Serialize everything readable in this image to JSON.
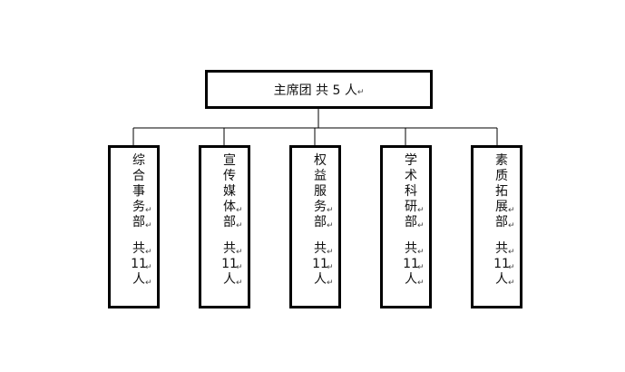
{
  "top": {
    "label": "主席团  共  5  人",
    "mark": "↵"
  },
  "departments": [
    {
      "name_chars": [
        "综",
        "合",
        "事",
        "务",
        "部"
      ],
      "count_chars": [
        "共",
        "11",
        "人"
      ]
    },
    {
      "name_chars": [
        "宣",
        "传",
        "媒",
        "体",
        "部"
      ],
      "count_chars": [
        "共",
        "11",
        "人"
      ]
    },
    {
      "name_chars": [
        "权",
        "益",
        "服",
        "务",
        "部"
      ],
      "count_chars": [
        "共",
        "11",
        "人"
      ]
    },
    {
      "name_chars": [
        "学",
        "术",
        "科",
        "研",
        "部"
      ],
      "count_chars": [
        "共",
        "11",
        "人"
      ]
    },
    {
      "name_chars": [
        "素",
        "质",
        "拓",
        "展",
        "部"
      ],
      "count_chars": [
        "共",
        "11",
        "人"
      ]
    }
  ],
  "mark": "↵"
}
